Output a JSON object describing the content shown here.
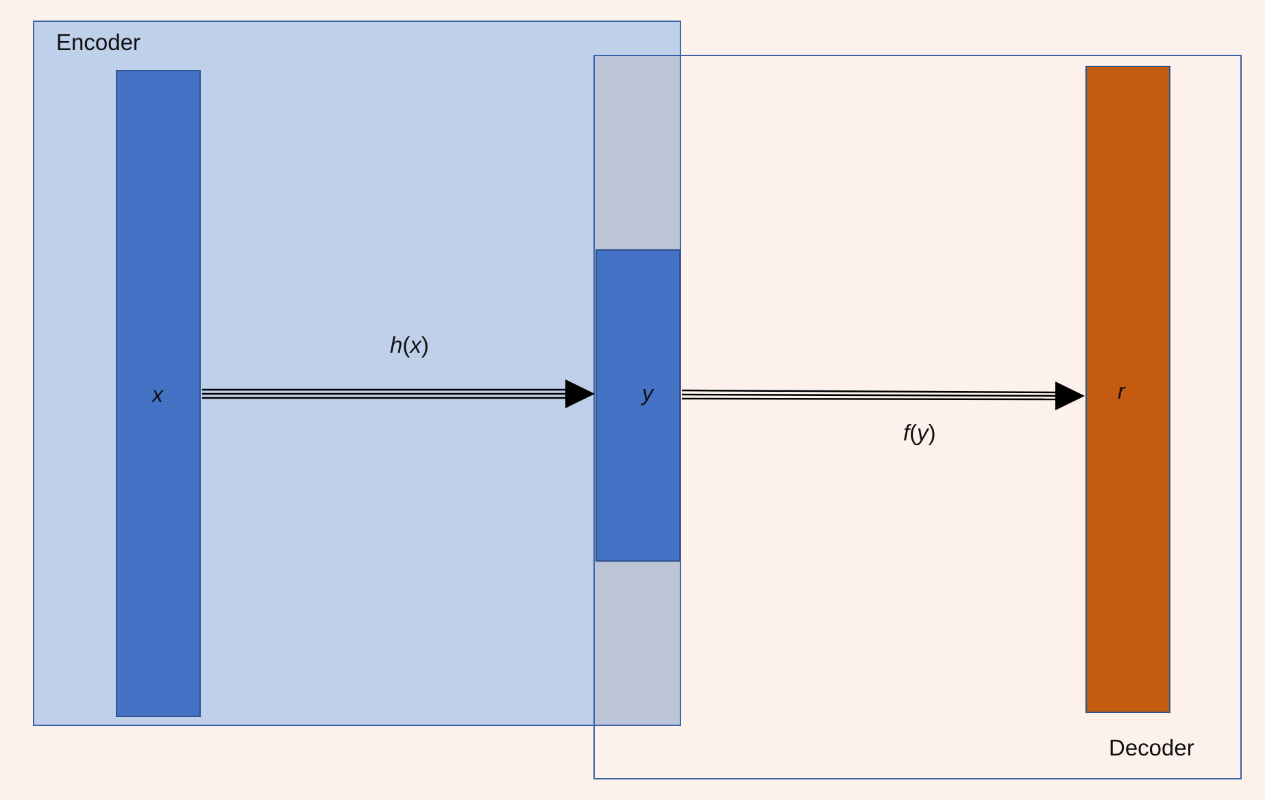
{
  "diagram": {
    "encoder": {
      "label": "Encoder"
    },
    "decoder": {
      "label": "Decoder"
    },
    "nodes": {
      "input": {
        "label": "x"
      },
      "code": {
        "label": "y"
      },
      "output": {
        "label": "r"
      }
    },
    "edges": {
      "encode": {
        "fn": "h",
        "arg": "x",
        "open": "(",
        "close": ")"
      },
      "decode": {
        "fn": "f",
        "arg": "y",
        "open": "(",
        "close": ")"
      }
    }
  },
  "colors": {
    "background": "#fdf1ec",
    "encoder_fill": "#bfd0ea",
    "overlap_fill": "#bcc4d8",
    "frame_stroke": "#3a62a8",
    "layer_blue": "#4472c4",
    "layer_orange": "#c55a11",
    "arrow": "#000000"
  }
}
